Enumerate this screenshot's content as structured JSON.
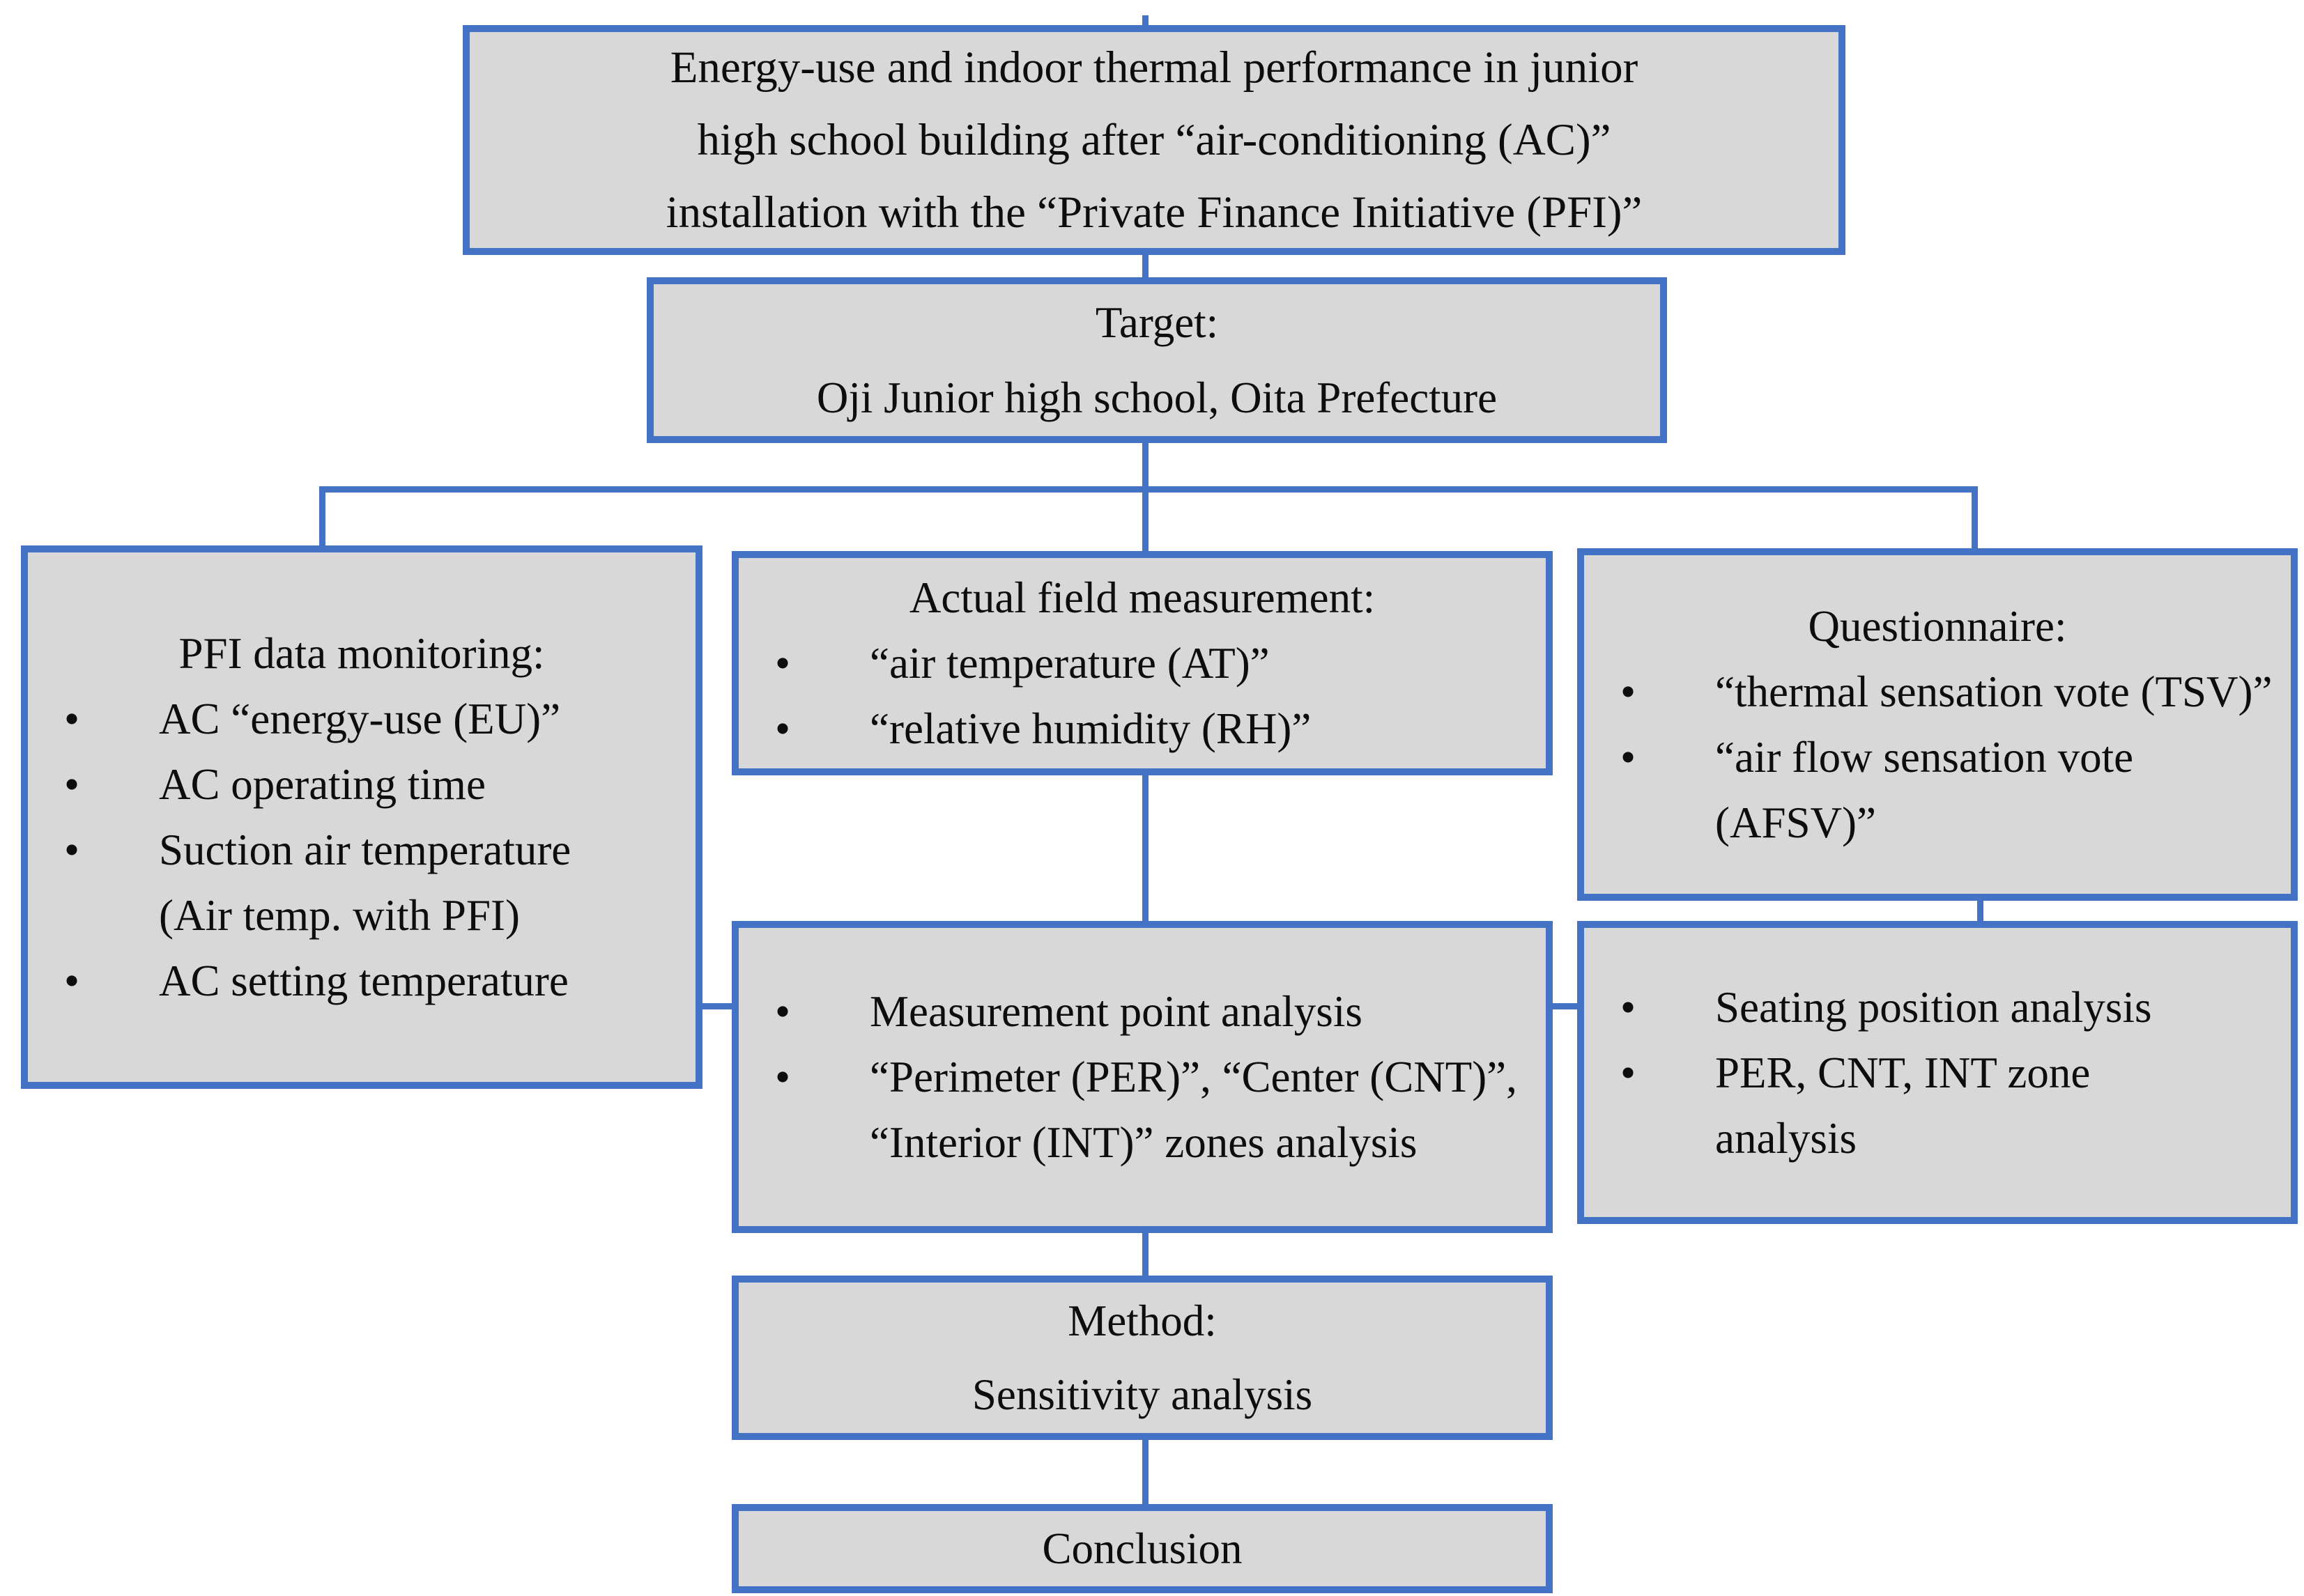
{
  "flowchart": {
    "colors": {
      "box_border": "#4472C4",
      "box_fill": "#D8D8D8",
      "connector": "#4472C4",
      "text": "#0d0d0d"
    },
    "title_box": {
      "lines": [
        "Energy-use and indoor thermal performance in junior",
        "high school building after “air-conditioning (AC)”",
        "installation with the “Private Finance Initiative (PFI)”"
      ]
    },
    "target_box": {
      "lines": [
        "Target:",
        "Oji Junior high school, Oita Prefecture"
      ]
    },
    "pfi_box": {
      "header": "PFI data monitoring:",
      "items": [
        "AC “energy-use (EU)”",
        "AC operating time",
        "Suction air temperature (Air temp. with PFI)",
        "AC setting temperature"
      ]
    },
    "field_box": {
      "header": "Actual field measurement:",
      "items": [
        "“air temperature (AT)”",
        "“relative humidity (RH)”"
      ]
    },
    "questionnaire_box": {
      "header": "Questionnaire:",
      "items": [
        "“thermal sensation vote (TSV)”",
        "“air flow sensation vote (AFSV)”"
      ]
    },
    "measurement_analysis_box": {
      "items": [
        "Measurement point analysis",
        "“Perimeter (PER)”, “Center (CNT)”, “Interior (INT)” zones analysis"
      ]
    },
    "seating_analysis_box": {
      "items": [
        "Seating position analysis",
        "PER, CNT, INT zone analysis"
      ]
    },
    "method_box": {
      "lines": [
        "Method:",
        "Sensitivity analysis"
      ]
    },
    "conclusion_box": {
      "text": "Conclusion"
    }
  }
}
